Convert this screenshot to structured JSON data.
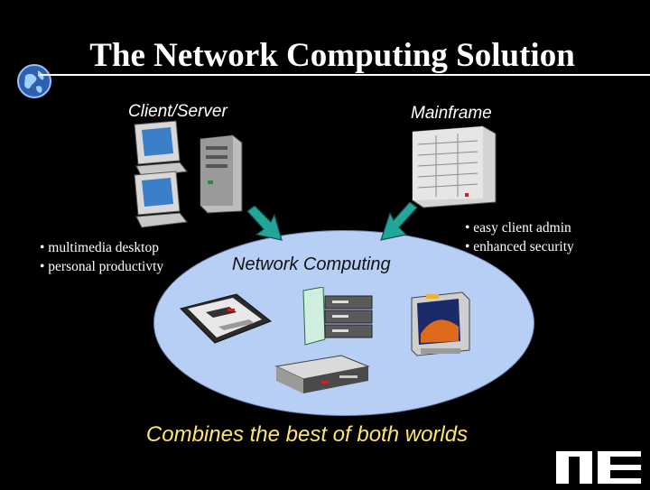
{
  "slide": {
    "title": "The Network Computing Solution",
    "labels": {
      "client_server": "Client/Server",
      "mainframe": "Mainframe",
      "network_computing": "Network Computing"
    },
    "left_bullets": [
      "• multimedia desktop",
      "• personal productivty"
    ],
    "right_bullets": [
      "• easy client admin",
      "• enhanced security"
    ],
    "tagline": "Combines the best of both worlds"
  },
  "icons": {
    "globe": "globe-icon",
    "workstation": "computer-monitor-icon",
    "server": "server-tower-icon",
    "mainframe": "mainframe-cabinet-icon",
    "arrow": "teal-arrow-icon",
    "network_computer": "network-computer-icon",
    "router": "network-router-icon",
    "storage": "storage-rack-icon",
    "monitor": "crt-monitor-icon",
    "logo": "corporate-logo"
  },
  "colors": {
    "background": "#000000",
    "title": "#ffffff",
    "tagline": "#ffe66b",
    "ellipse": "#b7cff4",
    "arrow": "#22a69a"
  }
}
